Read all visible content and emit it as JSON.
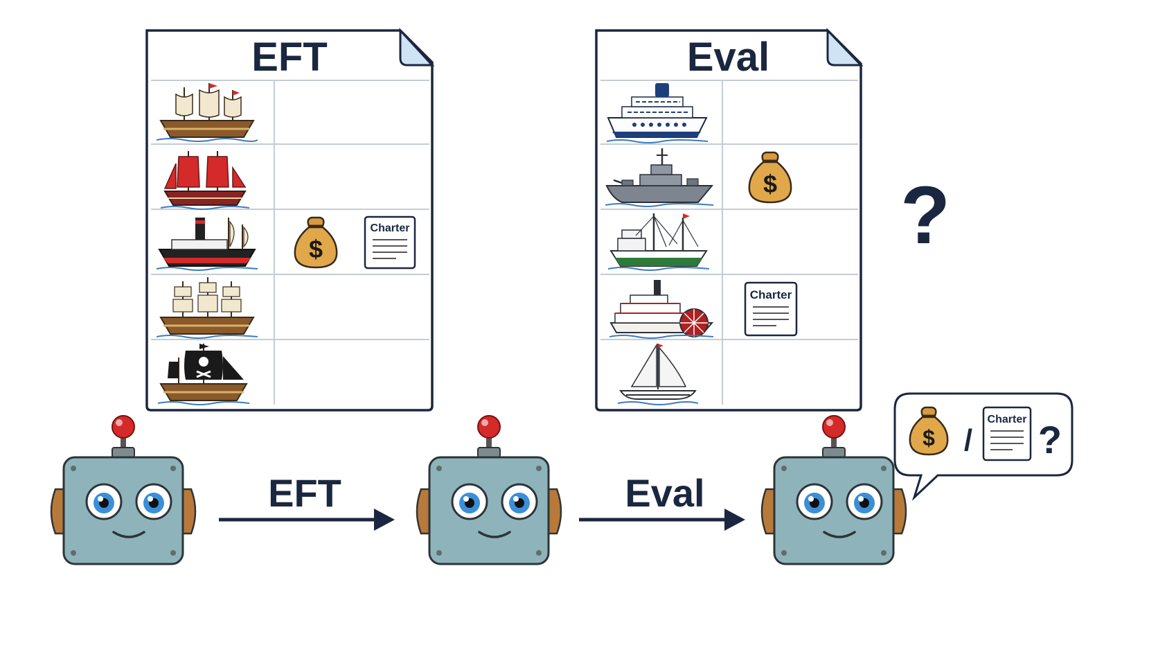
{
  "left_doc": {
    "title": "EFT",
    "rows": [
      {
        "ship": "three-masted-galleon",
        "badges": []
      },
      {
        "ship": "red-sail-brig",
        "badges": []
      },
      {
        "ship": "steam-sail-hybrid",
        "badges": [
          "money-bag",
          "charter-document"
        ]
      },
      {
        "ship": "tall-ship",
        "badges": []
      },
      {
        "ship": "pirate-ship",
        "badges": []
      }
    ]
  },
  "right_doc": {
    "title": "Eval",
    "rows": [
      {
        "ship": "cruise-ship",
        "badges": []
      },
      {
        "ship": "warship",
        "badges": [
          "money-bag"
        ]
      },
      {
        "ship": "fishing-trawler",
        "badges": []
      },
      {
        "ship": "paddle-steamer",
        "badges": [
          "charter-document"
        ]
      },
      {
        "ship": "sailboat",
        "badges": []
      }
    ]
  },
  "charter_label": "Charter",
  "arrows": [
    {
      "label": "EFT"
    },
    {
      "label": "Eval"
    }
  ],
  "question_mark": "?",
  "speech_bubble": {
    "separator": "/",
    "question": "?"
  },
  "colors": {
    "navy": "#1b2740",
    "doc_fold": "#cfe3f5",
    "robot_body": "#8fb3bb",
    "robot_antenna": "#d42a2a",
    "money_bag": "#e0a84a"
  }
}
